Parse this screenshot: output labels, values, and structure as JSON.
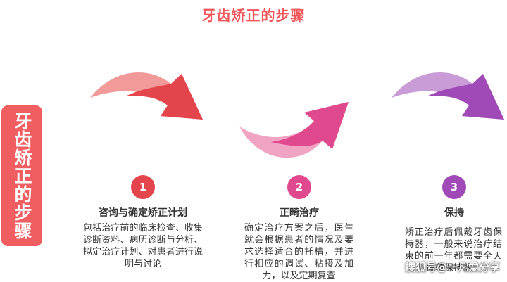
{
  "title": "牙齿矫正的步骤",
  "side_label": "牙齿矫正的步骤",
  "colors": {
    "title": "#f0565a",
    "side_tab": "#f15e62",
    "step1_light": "#f29a9a",
    "step1_dark": "#e4454c",
    "step2_light": "#f0a3c3",
    "step2_dark": "#e0498e",
    "step3_light": "#c99bd7",
    "step3_dark": "#a04ab8"
  },
  "steps": [
    {
      "number": "1",
      "title": "咨询与确定矫正计划",
      "description": "包括治疗前的临床检查、收集诊断资料、病历诊断与分析、拟定治疗计划、对患者进行说明与讨论"
    },
    {
      "number": "2",
      "title": "正畸治疗",
      "description": "确定治疗方案之后，医生就会根据患者的情况及要求选择适合的托槽，并进行相应的调试、粘接及加力，以及定期复查"
    },
    {
      "number": "3",
      "title": "保持",
      "description": "矫正治疗后佩戴牙齿保持器，一般来说治疗结束的前一年都需要全天佩戴保持器。"
    }
  ],
  "watermark": "搜狐号@一凡爱分享"
}
